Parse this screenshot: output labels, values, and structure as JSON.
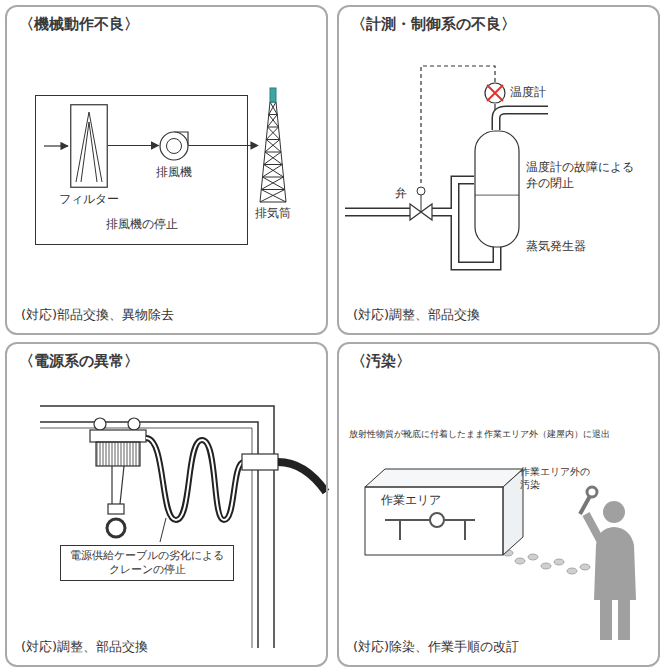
{
  "diagram": {
    "nodes": [
      {
        "text": [
          "〈機械動作不良〉",
          "(対応)部品交換、異物除去"
        ]
      },
      {
        "text": [
          "排風機の停止"
        ],
        "in": 0
      },
      {
        "text": [
          "フィルター"
        ],
        "in": 1
      },
      {
        "text": [
          "排風機"
        ],
        "in": 1
      },
      {
        "text": [
          "排気筒"
        ],
        "in": 0
      },
      {
        "text": [
          "〈計測・制御系の不良〉",
          "(対応)調整、部品交換"
        ]
      },
      {
        "text": [
          "温度計"
        ],
        "in": 5
      },
      {
        "text": [
          "弁"
        ],
        "in": 5
      },
      {
        "text": [
          "蒸気発生器"
        ],
        "in": 5
      },
      {
        "text": [
          "〈電源系の異常〉",
          "(対応)調整、部品交換"
        ]
      },
      {
        "text": [
          "電源供給ケーブルの劣化によるクレーンの停止"
        ],
        "in": 9
      },
      {
        "text": [
          "〈汚染〉",
          "(対応)除染、作業手順の改訂"
        ]
      },
      {
        "text": [
          "作業エリア"
        ],
        "in": 11
      }
    ],
    "edges": [
      {
        "from": 2,
        "to": 3,
        "arrow": "to"
      },
      {
        "from": 3,
        "to": 4,
        "arrow": "to"
      },
      {
        "from": 6,
        "to": 7,
        "arrow": "none"
      }
    ],
    "labels": [
      "温度計の故障による弁の閉止",
      "放射性物質が靴底に付着したまま作業エリア外（建屋内）に退出",
      "作業エリア外の汚染"
    ]
  }
}
